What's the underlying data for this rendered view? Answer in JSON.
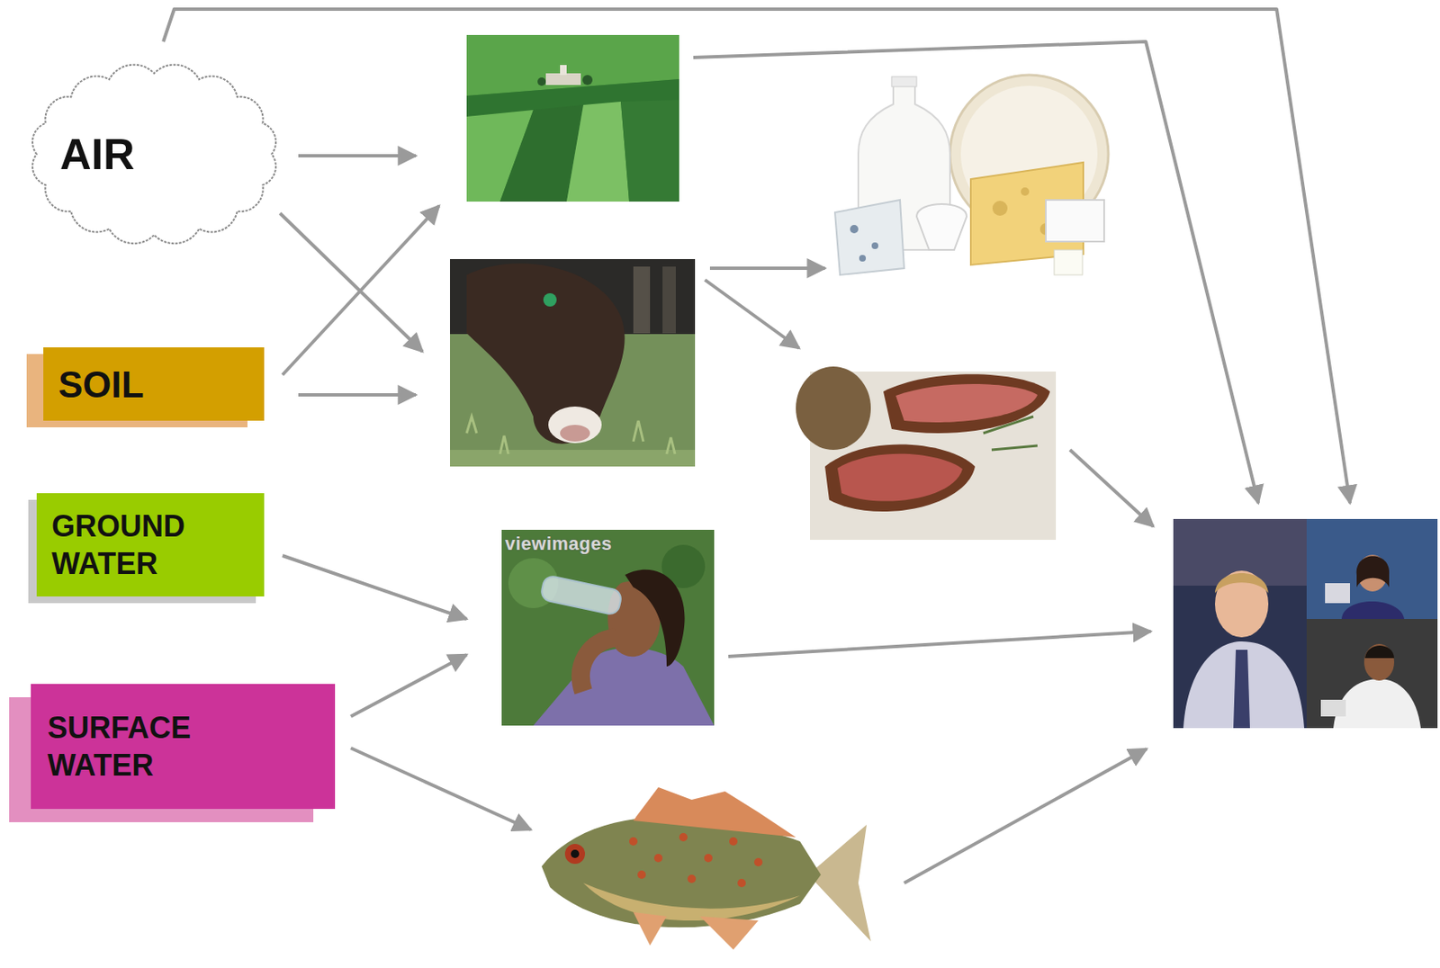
{
  "diagram": {
    "nodes": [
      {
        "text": [
          "AIR"
        ]
      },
      {
        "text": [
          "SOIL"
        ]
      },
      {
        "text": [
          "GROUND WATER"
        ]
      },
      {
        "text": [
          "SURFACE WATER"
        ]
      }
    ],
    "labels": [
      "viewimages"
    ]
  }
}
